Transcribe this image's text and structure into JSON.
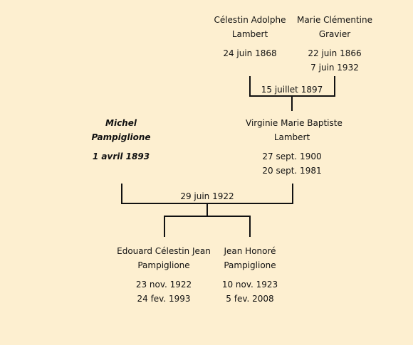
{
  "persons": {
    "celestin": {
      "name1": "Célestin Adolphe",
      "name2": "Lambert",
      "date1": "24 juin 1868",
      "date2": ""
    },
    "marie": {
      "name1": "Marie Clémentine",
      "name2": "Gravier",
      "date1": "22 juin 1866",
      "date2": "7 juin 1932"
    },
    "michel": {
      "name1": "Michel",
      "name2": "Pampiglione",
      "date1": "1 avril 1893",
      "date2": ""
    },
    "virginie": {
      "name1": "Virginie Marie Baptiste",
      "name2": "Lambert",
      "date1": "27 sept. 1900",
      "date2": "20 sept. 1981"
    },
    "edouard": {
      "name1": "Edouard Célestin Jean",
      "name2": "Pampiglione",
      "date1": "23 nov. 1922",
      "date2": "24 fev. 1993"
    },
    "jean": {
      "name1": "Jean Honoré",
      "name2": "Pampiglione",
      "date1": "10 nov. 1923",
      "date2": "5 fev. 2008"
    }
  },
  "marriages": {
    "parents": "15 juillet 1897",
    "couple": "29 juin 1922"
  }
}
